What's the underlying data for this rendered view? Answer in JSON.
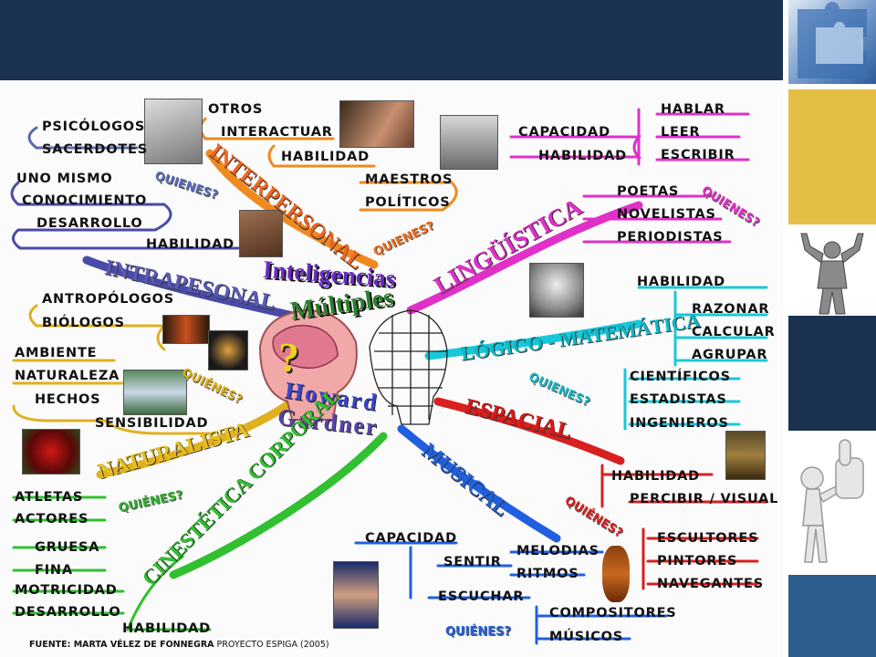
{
  "title": {
    "line1": "Inteligencias",
    "line2": "Múltiples",
    "author1": "Howard",
    "author2": "Gardner"
  },
  "question_mark": "?",
  "branches": {
    "interpersonal": "INTERPERSONAL",
    "intrapersonal": "INTRAPESONAL",
    "naturalista": "NATURALISTA",
    "cinestetica": "CINESTÉTICA CORPORAL",
    "linguistica": "LINGÜÍSTICA",
    "logico": "LÓGICO - MATEMÁTICA",
    "espacial": "ESPACIAL",
    "musical": "MUSICAL"
  },
  "quienes": [
    "QUIENES?",
    "QUIENES?",
    "QUIENES?",
    "QUIÉNES?",
    "QUIENES?",
    "QUIÉNES?",
    "QUIÉNES?",
    "QUIÉNES?"
  ],
  "labels": {
    "psicologos": "PSICÓLOGOS",
    "sacerdotes": "SACERDOTES",
    "otros": "OTROS",
    "interactuar": "INTERACTUAR",
    "habilidad_inter": "HABILIDAD",
    "uno_mismo": "UNO MISMO",
    "conocimiento": "CONOCIMIENTO",
    "desarrollo_intra": "DESARROLLO",
    "habilidad_intra": "HABILIDAD",
    "maestros": "MAESTROS",
    "politicos": "POLÍTICOS",
    "capacidad_ling": "CAPACIDAD",
    "habilidad_ling": "HABILIDAD",
    "hablar": "HABLAR",
    "leer": "LEER",
    "escribir": "ESCRIBIR",
    "poetas": "POETAS",
    "novelistas": "NOVELISTAS",
    "periodistas": "PERIODISTAS",
    "antropologos": "ANTROPÓLOGOS",
    "biologos": "BIÓLOGOS",
    "ambiente": "AMBIENTE",
    "naturaleza": "NATURALEZA",
    "hechos": "HECHOS",
    "sensibilidad": "SENSIBILIDAD",
    "habilidad_log": "HABILIDAD",
    "razonar": "RAZONAR",
    "calcular": "CALCULAR",
    "agrupar": "AGRUPAR",
    "cientificos": "CIENTÍFICOS",
    "estadistas": "ESTADISTAS",
    "ingenieros": "INGENIEROS",
    "habilidad_esp": "HABILIDAD",
    "percibir_visual": "PERCIBIR / VISUAL",
    "escultores": "ESCULTORES",
    "pintores": "PINTORES",
    "navegantes": "NAVEGANTES",
    "atletas": "ATLETAS",
    "actores": "ACTORES",
    "gruesa": "GRUESA",
    "fina": "FINA",
    "motricidad": "MOTRICIDAD",
    "desarrollo_cin": "DESARROLLO",
    "habilidad_cin": "HABILIDAD",
    "capacidad_mus": "CAPACIDAD",
    "sentir": "SENTIR",
    "escuchar": "ESCUCHAR",
    "melodias": "MELODIAS",
    "ritmos": "RITMOS",
    "compositores": "COMPOSITORES",
    "musicos": "MÚSICOS"
  },
  "source": {
    "prefix": "FUENTE: MARTA VÉLEZ DE FONNEGRA",
    "rest": " PROYECTO ESPIGA  (2005)"
  },
  "colors": {
    "navy": "#1b3350",
    "gold": "#e3bf45",
    "blue": "#2c5d8c"
  }
}
